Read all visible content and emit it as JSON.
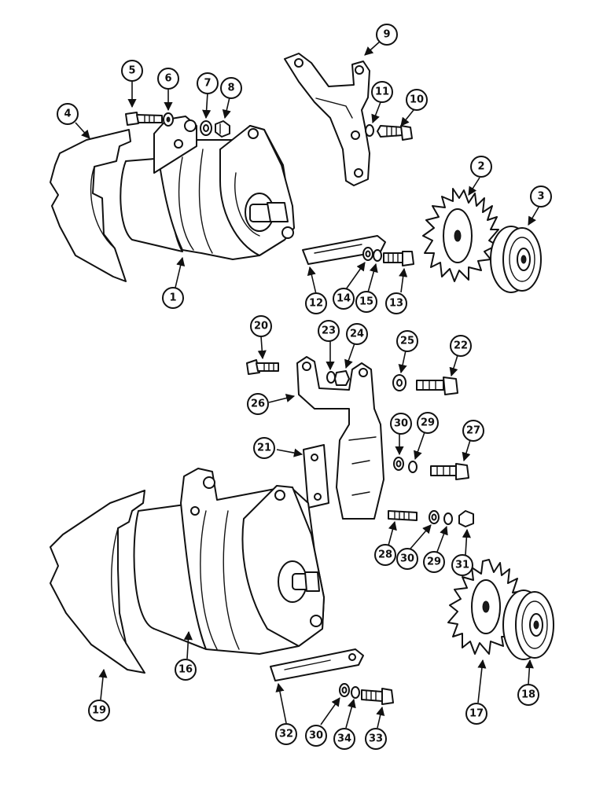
{
  "callouts": {
    "n1": "1",
    "n2": "2",
    "n3": "3",
    "n4": "4",
    "n5": "5",
    "n6": "6",
    "n7": "7",
    "n8": "8",
    "n9": "9",
    "n10": "10",
    "n11": "11",
    "n12": "12",
    "n13": "13",
    "n14": "14",
    "n15": "15",
    "n16": "16",
    "n17": "17",
    "n18": "18",
    "n19": "19",
    "n20": "20",
    "n21": "21",
    "n22": "22",
    "n23": "23",
    "n24": "24",
    "n25": "25",
    "n26": "26",
    "n27": "27",
    "n28": "28",
    "n29a": "29",
    "n29b": "29",
    "n30a": "30",
    "n30b": "30",
    "n30c": "30",
    "n31": "31",
    "n32": "32",
    "n33": "33",
    "n34": "34"
  }
}
